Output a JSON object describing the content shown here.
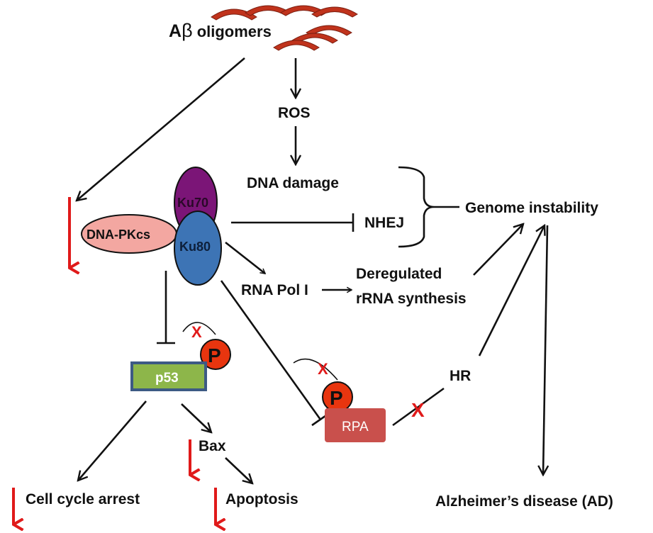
{
  "nodes": {
    "abeta_prefix": "A",
    "abeta_beta": "β",
    "abeta_suffix": " oligomers",
    "ros": "ROS",
    "dna_damage": "DNA damage",
    "nhej": "NHEJ",
    "genome_instability": "Genome instability",
    "dna_pkcs": "DNA-PKcs",
    "ku70": "Ku70",
    "ku80": "Ku80",
    "rna_pol": "RNA Pol I",
    "deregulated_line1": "Deregulated",
    "deregulated_line2": "rRNA synthesis",
    "p53": "p53",
    "phospho_p53": "P",
    "phospho_rpa": "P",
    "rpa": "RPA",
    "hr": "HR",
    "bax": "Bax",
    "cell_cycle": "Cell cycle arrest",
    "apoptosis": "Apoptosis",
    "ad": "Alzheimer’s disease (AD)",
    "x_mark_1": "X",
    "x_mark_2": "X",
    "x_mark_3": "X"
  },
  "colors": {
    "oligomer": "#c0331c",
    "ku70": "#7b1577",
    "ku80": "#3d74b5",
    "dna_pkcs": "#f3a7a1",
    "p53_fill": "#8db64a",
    "p53_border": "#3d5a84",
    "phospho": "#e8350f",
    "rpa": "#c9504c",
    "down_arrow": "#e01a1a"
  }
}
